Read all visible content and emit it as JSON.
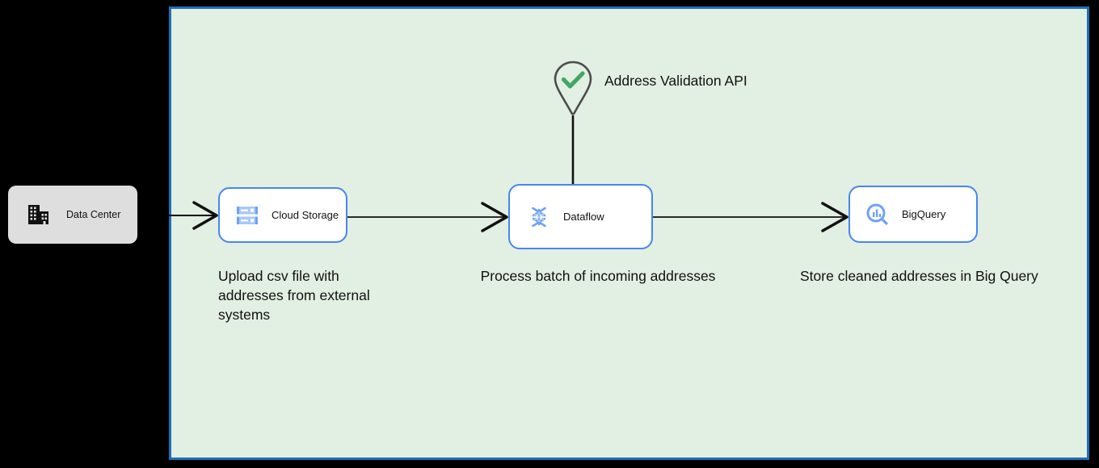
{
  "diagram": {
    "background_color": "#000000",
    "panel": {
      "name": "google-cloud-boundary",
      "fill_color": "#e2efe3",
      "border_color": "#1f6fb8"
    },
    "nodes": [
      {
        "id": "data-center",
        "label": "Data Center",
        "icon": "building-icon",
        "fill_color": "#dedede",
        "border_color": "none"
      },
      {
        "id": "cloud-storage",
        "label": "Cloud Storage",
        "icon": "cloud-storage-icon",
        "fill_color": "#ffffff",
        "border_color": "#4786f0"
      },
      {
        "id": "dataflow",
        "label": "Dataflow",
        "icon": "dataflow-icon",
        "fill_color": "#ffffff",
        "border_color": "#4786f0"
      },
      {
        "id": "bigquery",
        "label": "BigQuery",
        "icon": "bigquery-icon",
        "fill_color": "#ffffff",
        "border_color": "#4786f0"
      }
    ],
    "external_service": {
      "id": "address-validation-api",
      "label": "Address Validation API",
      "icon": "map-pin-check-icon",
      "pin_stroke_color": "#4d4d4d",
      "check_color": "#3fa863"
    },
    "captions": [
      {
        "id": "caption-cloud-storage",
        "text": "Upload csv file with addresses from external systems"
      },
      {
        "id": "caption-dataflow",
        "text": "Process batch of incoming addresses"
      },
      {
        "id": "caption-bigquery",
        "text": "Store cleaned addresses in Big Query"
      }
    ],
    "connectors": [
      {
        "id": "datacenter-to-cloud-storage",
        "from": "data-center",
        "to": "cloud-storage",
        "style": "arrow"
      },
      {
        "id": "cloud-storage-to-dataflow",
        "from": "cloud-storage",
        "to": "dataflow",
        "style": "arrow"
      },
      {
        "id": "dataflow-to-bigquery",
        "from": "dataflow",
        "to": "bigquery",
        "style": "arrow"
      },
      {
        "id": "address-validation-to-dataflow",
        "from": "address-validation-api",
        "to": "dataflow",
        "style": "line"
      }
    ]
  }
}
